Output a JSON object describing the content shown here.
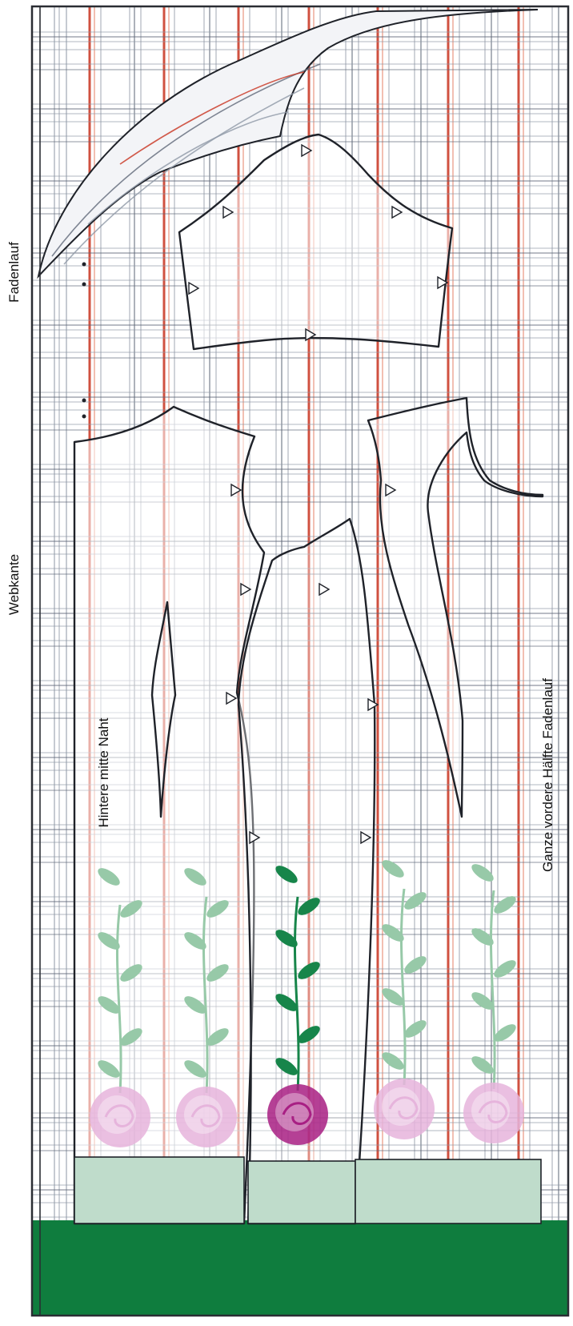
{
  "labels": {
    "grain_top": "Fadenlauf",
    "selvage": "Webkante",
    "center_back_seam": "Hintere mitte Naht",
    "front_half_grain": "Ganze vordere Hälfte Fadenlauf"
  },
  "colors": {
    "background": "#ffffff",
    "plaid_grey": "#8f98a6",
    "plaid_dark": "#5f6878",
    "plaid_red": "#c8321e",
    "plaid_pink": "#f0b4a4",
    "outline": "#1f2229",
    "hem_green": "#0f7d3e",
    "hem_green_light": "#bfdccb",
    "rose_pink": "#e6b4dc",
    "rose_magenta": "#a81f83",
    "leaf_light": "#97c9a8",
    "leaf_dark": "#17854a"
  },
  "icons": {
    "rose_motif": "rose-with-stem-icon",
    "notch": "notch-marker-icon"
  }
}
